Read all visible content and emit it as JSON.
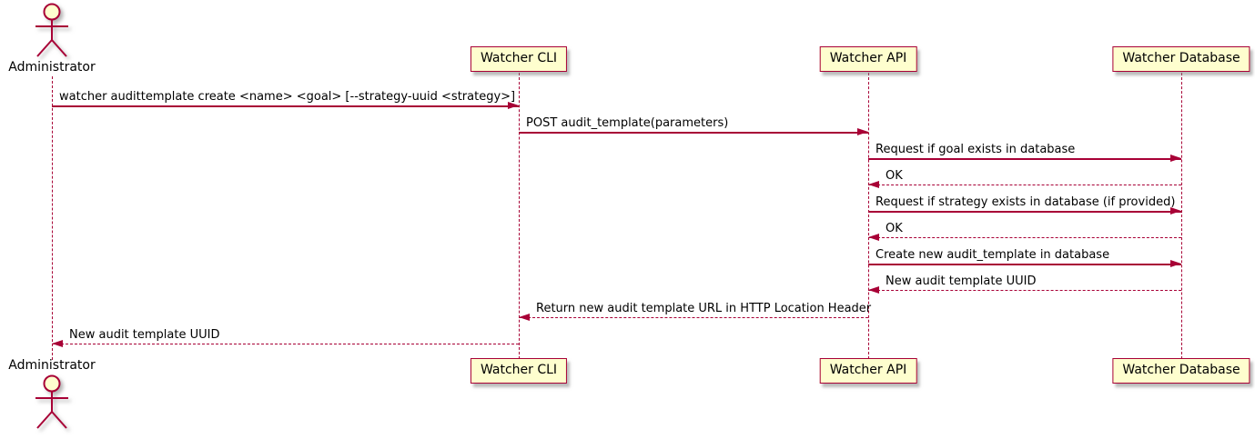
{
  "colors": {
    "line": "#A80036",
    "participant_fill": "#FEFECE",
    "text": "#000000",
    "background": "#FFFFFF"
  },
  "actor": {
    "label": "Administrator"
  },
  "participants": [
    {
      "label": "Watcher CLI"
    },
    {
      "label": "Watcher API"
    },
    {
      "label": "Watcher Database"
    }
  ],
  "messages": [
    {
      "from": "Administrator",
      "to": "Watcher CLI",
      "style": "solid",
      "text": "watcher audittemplate create <name> <goal> [--strategy-uuid <strategy>]"
    },
    {
      "from": "Watcher CLI",
      "to": "Watcher API",
      "style": "solid",
      "text": "POST audit_template(parameters)"
    },
    {
      "from": "Watcher API",
      "to": "Watcher Database",
      "style": "solid",
      "text": "Request if goal exists in database"
    },
    {
      "from": "Watcher Database",
      "to": "Watcher API",
      "style": "dashed",
      "text": "OK"
    },
    {
      "from": "Watcher API",
      "to": "Watcher Database",
      "style": "solid",
      "text": "Request if strategy exists in database (if provided)"
    },
    {
      "from": "Watcher Database",
      "to": "Watcher API",
      "style": "dashed",
      "text": "OK"
    },
    {
      "from": "Watcher API",
      "to": "Watcher Database",
      "style": "solid",
      "text": "Create new audit_template in database"
    },
    {
      "from": "Watcher Database",
      "to": "Watcher API",
      "style": "dashed",
      "text": "New audit template UUID"
    },
    {
      "from": "Watcher API",
      "to": "Watcher CLI",
      "style": "dashed",
      "text": "Return new audit template URL in HTTP Location Header"
    },
    {
      "from": "Watcher CLI",
      "to": "Administrator",
      "style": "dashed",
      "text": "New audit template UUID"
    }
  ]
}
